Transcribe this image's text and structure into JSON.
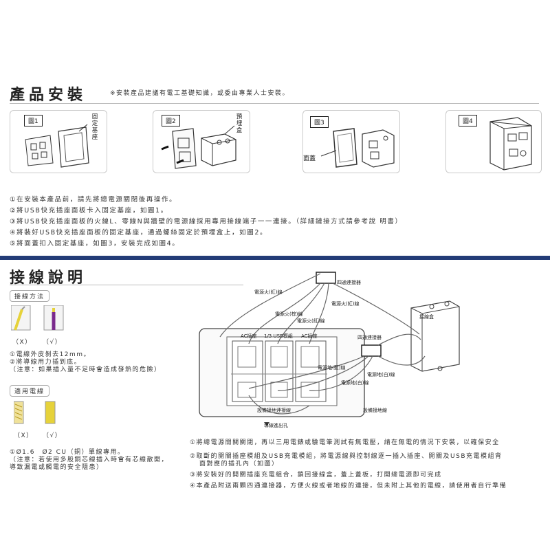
{
  "install": {
    "title": "產品安裝",
    "note": "※安裝產品建議有電工基礎知識，或委由專業人士安裝。",
    "figures": [
      {
        "label": "圖1",
        "callout": "固定基座"
      },
      {
        "label": "圖2",
        "callout": "預埋盒"
      },
      {
        "label": "圖3",
        "callout": "面蓋"
      },
      {
        "label": "圖4",
        "callout": ""
      }
    ],
    "steps": [
      "①在安裝本產品前，請先將總電源關閉後再操作。",
      "②將USB快充插座面板卡入固定基座，如圖1。",
      "③將USB快充插座面板的火線L、零線N與牆壁的電源線採用專用接線端子一一連接。（詳細鏈接方式請參考說 明書）",
      "④將裝好USB快充插座面板的固定基座，通過螺絲固定於預埋盒上，如圖2。",
      "⑤將面蓋扣入固定基座，如圖3，安裝完成如圖4。"
    ]
  },
  "wiring": {
    "title": "接線說明",
    "method": {
      "tag": "接線方法",
      "wrong": "（X）",
      "right": "（√）",
      "notes": [
        "①電線外皮剝去12mm。",
        "②將導線用力插到底。",
        "（注意：如果插入量不足時會造成發熱的危險）"
      ]
    },
    "cable": {
      "tag": "適用電線",
      "wrong": "（X）",
      "right": "（√）",
      "notes": [
        "①Ø1.6　Ø2 CU（銅）單線專用。",
        "（注意：若使用多股銅芯線插入時會有芯線散開，",
        "導致漏電或觸電的安全隱患）"
      ]
    },
    "diagram": {
      "four_way_top": "四通連接器",
      "power_live_red_1": "電源火(紅)線",
      "power_live_red_2": "電源火(紅)線",
      "power_live_brown": "電源火(棕)線",
      "power_live_red_3": "電源火(紅)線",
      "junction_box": "接線盒",
      "ac_socket_left": "AC插座",
      "usb_module": "1/3 USB模組",
      "ac_socket_right": "AC插座",
      "four_way_mid": "四通連接器",
      "power_ground_blue": "電源地(藍)線",
      "power_ground_white_1": "電源地(白)線",
      "power_ground_white_2": "電源地(白)線",
      "equip_ground_1": "設備接地連接線",
      "equip_ground_2": "設備接地線",
      "outlet_hole": "導線進出孔"
    },
    "instructions": [
      "①將總電源開關關閉，再以三用電錶或驗電筆測試有無電壓，請在無電的情況下安裝，以確保安全",
      "②取斷的開關插座模組及USB充電模組，將電源線與控制線逐一插入插座、開關及USB充電模組背",
      "面對應的插孔內（如圖）",
      "③將安裝好的開關插座充電組合，鎖回接線盒，蓋上蓋板，打開總電源即可完成",
      "④本產品附送兩顆四通連接器，方便火線或者地線的連接，但未附上其他的電線，請使用者自行準備"
    ]
  },
  "colors": {
    "accent_bar": "#233c77",
    "wire_yellow": "#e6d23a",
    "wire_purple": "#7a2a8c"
  }
}
